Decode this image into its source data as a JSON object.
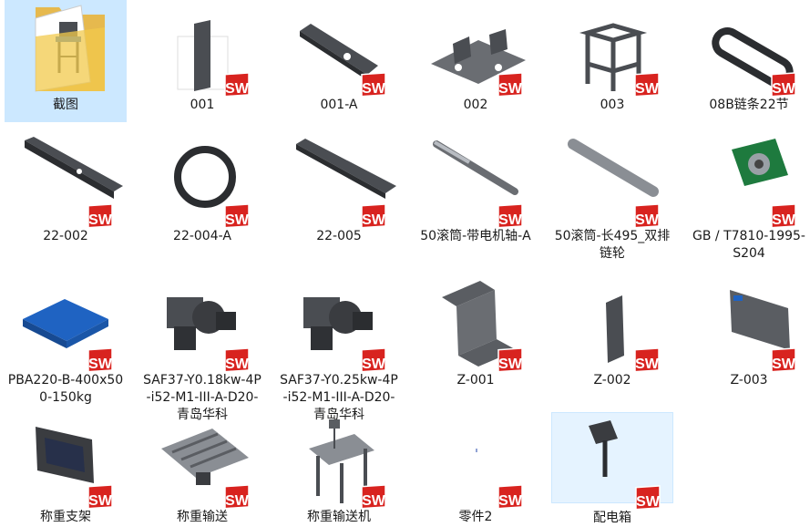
{
  "files": [
    {
      "name": "截图",
      "kind": "folder",
      "state": "selected"
    },
    {
      "name": "001",
      "kind": "sw",
      "preview": "plate-tall"
    },
    {
      "name": "001-A",
      "kind": "sw",
      "preview": "plate-long"
    },
    {
      "name": "002",
      "kind": "sw",
      "preview": "bracket-holes"
    },
    {
      "name": "003",
      "kind": "sw",
      "preview": "frame"
    },
    {
      "name": "08B链条22节",
      "kind": "sw",
      "preview": "chain"
    },
    {
      "name": "22-002",
      "kind": "sw",
      "preview": "beam"
    },
    {
      "name": "22-004-A",
      "kind": "sw",
      "preview": "ring"
    },
    {
      "name": "22-005",
      "kind": "sw",
      "preview": "beam-notched"
    },
    {
      "name": "50滚筒-带电机轴-A",
      "kind": "sw",
      "preview": "roller"
    },
    {
      "name": "50滚筒-长495_双排链轮",
      "kind": "sw",
      "preview": "roller-long"
    },
    {
      "name": "GB / T7810-1995-S204",
      "kind": "sw",
      "preview": "bearing"
    },
    {
      "name": "PBA220-B-400x500-150kg",
      "kind": "sw",
      "preview": "scale-plate"
    },
    {
      "name": "SAF37-Y0.18kw-4P-i52-M1-III-A-D20-青岛华科",
      "kind": "sw",
      "preview": "motor"
    },
    {
      "name": "SAF37-Y0.25kw-4P-i52-M1-III-A-D20-青岛华科",
      "kind": "sw",
      "preview": "motor"
    },
    {
      "name": "Z-001",
      "kind": "sw",
      "preview": "z-bracket"
    },
    {
      "name": "Z-002",
      "kind": "sw",
      "preview": "plate-small"
    },
    {
      "name": "Z-003",
      "kind": "sw",
      "preview": "panel"
    },
    {
      "name": "称重支架",
      "kind": "sw",
      "preview": "display"
    },
    {
      "name": "称重输送",
      "kind": "sw",
      "preview": "conveyor"
    },
    {
      "name": "称重输送机",
      "kind": "sw",
      "preview": "conveyor-stand"
    },
    {
      "name": "零件2",
      "kind": "sw",
      "preview": "empty"
    },
    {
      "name": "配电箱",
      "kind": "sw",
      "preview": "box-post",
      "state": "hot"
    }
  ],
  "colors": {
    "selected": "#cce8ff",
    "hover": "#e5f3ff",
    "sw_red": "#d8231f",
    "part_gray": "#4a4d52",
    "blue_plate": "#1f63c2",
    "green_bearing": "#1e7a3e"
  }
}
